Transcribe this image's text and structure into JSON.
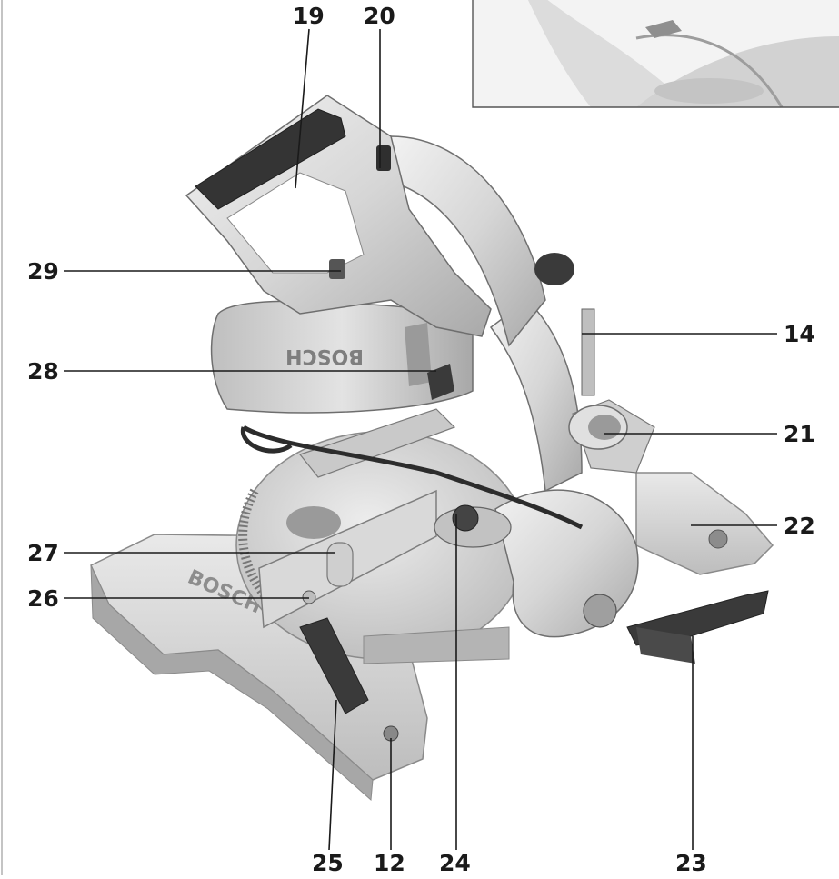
{
  "callouts": {
    "c19": "19",
    "c20": "20",
    "c29": "29",
    "c28": "28",
    "c27": "27",
    "c26": "26",
    "c14": "14",
    "c21": "21",
    "c22": "22",
    "c23": "23",
    "c24": "24",
    "c25": "25",
    "c12": "12"
  },
  "logo_text": "BOSCH",
  "colors": {
    "body_light": "#e6e6e6",
    "body_mid": "#c8c8c8",
    "body_dark": "#9a9a9a",
    "rubber": "#2e2e2e",
    "line": "#1a1a1a"
  }
}
